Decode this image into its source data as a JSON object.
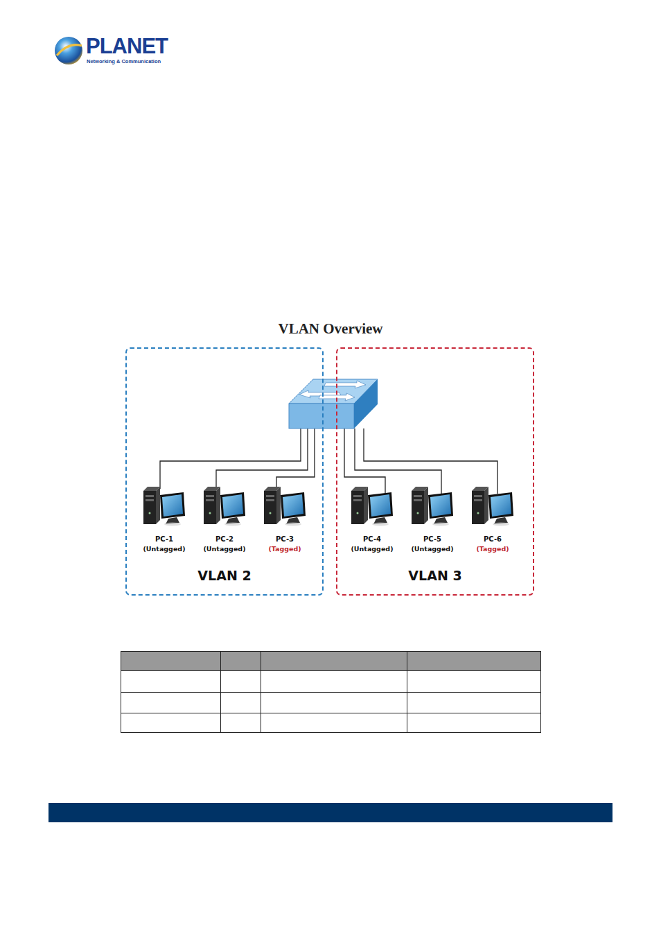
{
  "diagram": {
    "title": "VLAN Overview",
    "nodes": [
      {
        "text": [
          "VLAN 2"
        ]
      },
      {
        "text": [
          "PC-1",
          "(Untagged)"
        ],
        "in": 0
      },
      {
        "text": [
          "PC-2",
          "(Untagged)"
        ],
        "in": 0
      },
      {
        "text": [
          "PC-3",
          "(Tagged)"
        ],
        "in": 0
      },
      {
        "text": [
          "VLAN 3"
        ]
      },
      {
        "text": [
          "PC-4",
          "(Untagged)"
        ],
        "in": 4
      },
      {
        "text": [
          "PC-5",
          "(Untagged)"
        ],
        "in": 4
      },
      {
        "text": [
          "PC-6",
          "(Tagged)"
        ],
        "in": 4
      }
    ],
    "labels": [
      "PLANET",
      "Networking & Communication"
    ]
  }
}
